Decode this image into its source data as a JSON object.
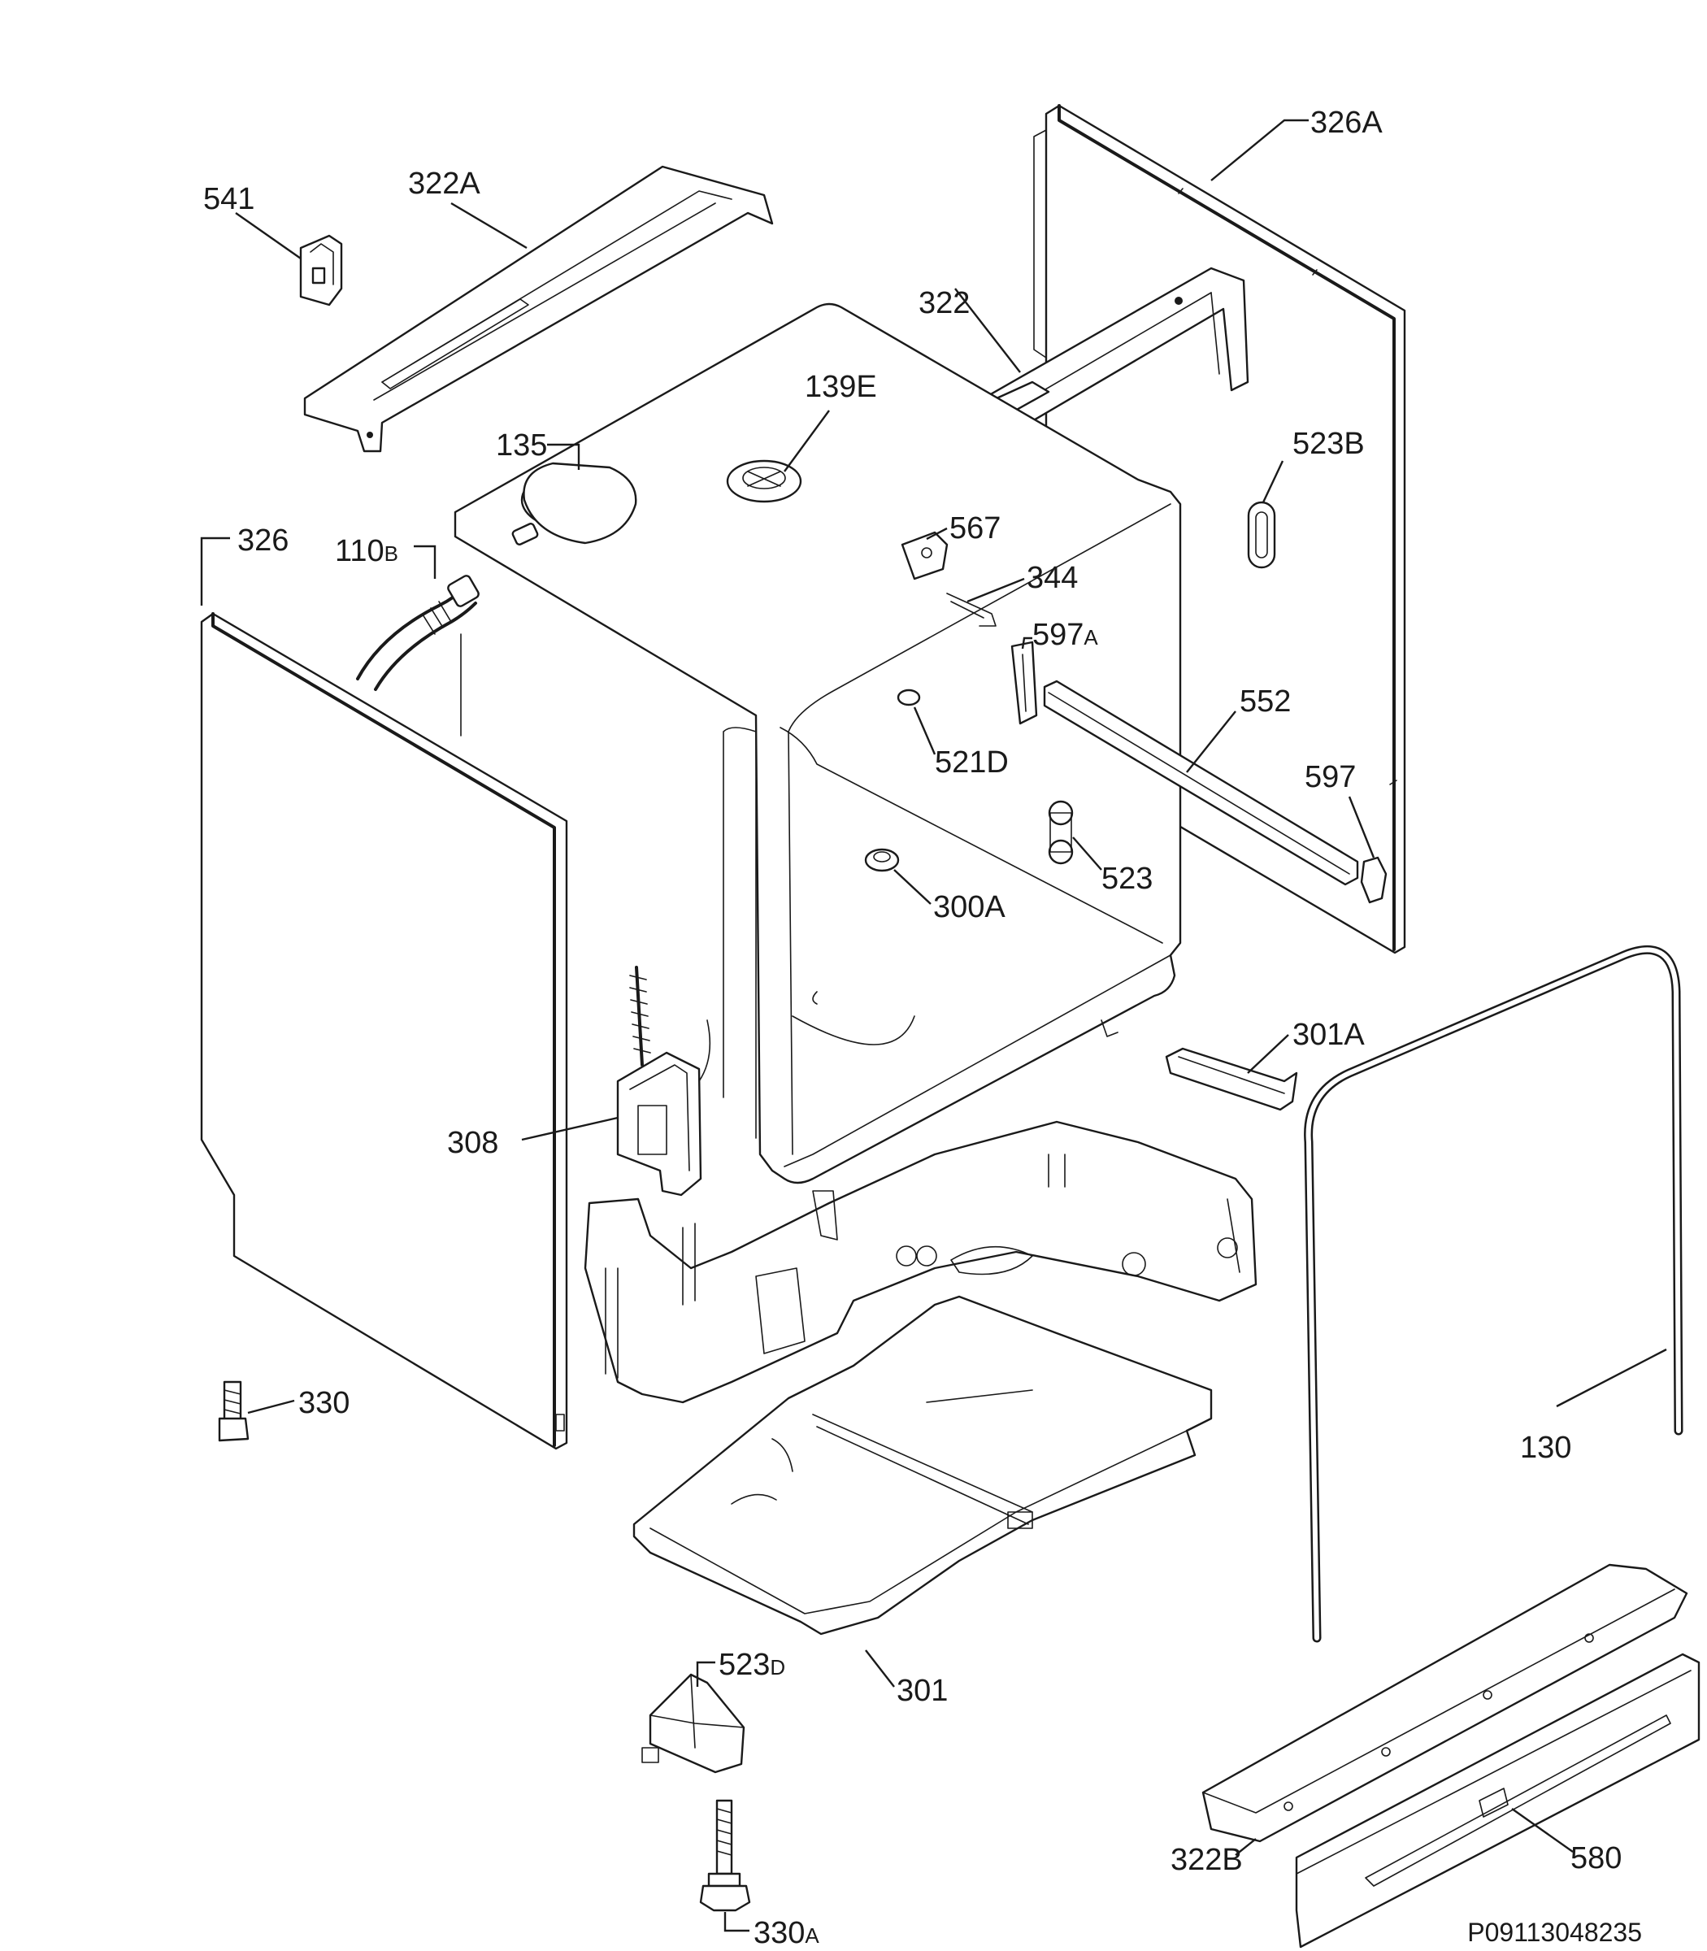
{
  "diagram_reference": "P09113048235",
  "callouts": [
    {
      "id": "541",
      "main": "541",
      "suffix": ""
    },
    {
      "id": "322A",
      "main": "322A",
      "suffix": ""
    },
    {
      "id": "326A",
      "main": "326A",
      "suffix": ""
    },
    {
      "id": "322",
      "main": "322",
      "suffix": ""
    },
    {
      "id": "139E",
      "main": "139E",
      "suffix": ""
    },
    {
      "id": "135",
      "main": "135",
      "suffix": ""
    },
    {
      "id": "523B",
      "main": "523B",
      "suffix": ""
    },
    {
      "id": "567",
      "main": "567",
      "suffix": ""
    },
    {
      "id": "326",
      "main": "326",
      "suffix": ""
    },
    {
      "id": "110B",
      "main": "110",
      "suffix": "B"
    },
    {
      "id": "344",
      "main": "344",
      "suffix": ""
    },
    {
      "id": "597A",
      "main": "597",
      "suffix": "A"
    },
    {
      "id": "552",
      "main": "552",
      "suffix": ""
    },
    {
      "id": "521D",
      "main": "521D",
      "suffix": ""
    },
    {
      "id": "597",
      "main": "597",
      "suffix": ""
    },
    {
      "id": "523",
      "main": "523",
      "suffix": ""
    },
    {
      "id": "300A",
      "main": "300A",
      "suffix": ""
    },
    {
      "id": "301A",
      "main": "301A",
      "suffix": ""
    },
    {
      "id": "308",
      "main": "308",
      "suffix": ""
    },
    {
      "id": "330",
      "main": "330",
      "suffix": ""
    },
    {
      "id": "130",
      "main": "130",
      "suffix": ""
    },
    {
      "id": "301",
      "main": "301",
      "suffix": ""
    },
    {
      "id": "523D",
      "main": "523",
      "suffix": "D"
    },
    {
      "id": "322B",
      "main": "322B",
      "suffix": ""
    },
    {
      "id": "580",
      "main": "580",
      "suffix": ""
    },
    {
      "id": "330A",
      "main": "330",
      "suffix": "A"
    }
  ]
}
